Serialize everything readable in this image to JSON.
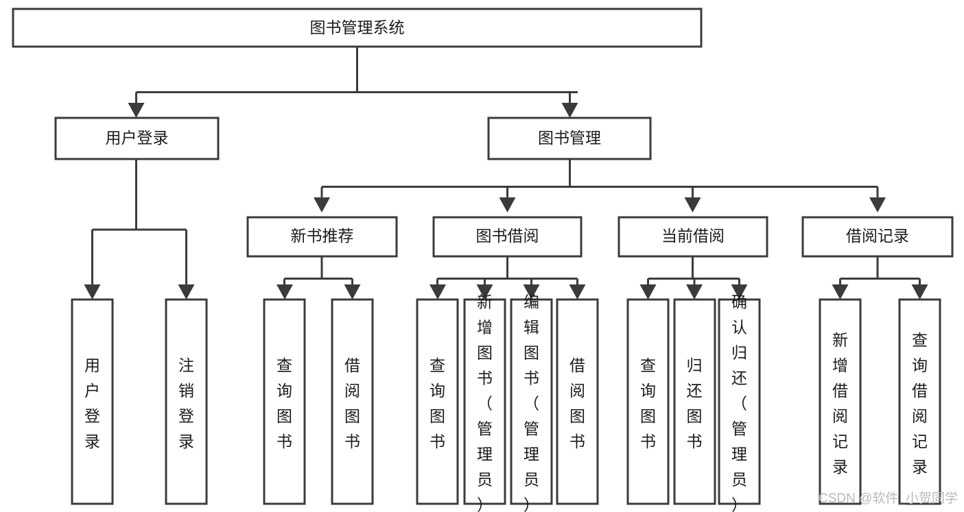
{
  "diagram": {
    "title": "图书管理系统",
    "type": "tree-hierarchy-chart",
    "watermark": "CSDN @软件_小贺同学",
    "colors": {
      "box_stroke": "#3b3b3b",
      "box_fill": "#ffffff",
      "connector": "#3b3b3b",
      "text": "#1b1b1b",
      "watermark": "#b9b9b9",
      "background": "#ffffff"
    },
    "levels": {
      "root": {
        "label": "图书管理系统"
      },
      "level2": [
        {
          "id": "user-login",
          "label": "用户登录"
        },
        {
          "id": "book-management",
          "label": "图书管理"
        }
      ],
      "level3": [
        {
          "id": "new-book-recommend",
          "label": "新书推荐",
          "parent": "book-management"
        },
        {
          "id": "book-borrow",
          "label": "图书借阅",
          "parent": "book-management"
        },
        {
          "id": "current-borrow",
          "label": "当前借阅",
          "parent": "book-management"
        },
        {
          "id": "borrow-record",
          "label": "借阅记录",
          "parent": "book-management"
        }
      ],
      "leaves": [
        {
          "id": "leaf-user-login",
          "label": "用户登录",
          "parent": "user-login"
        },
        {
          "id": "leaf-logout-login",
          "label": "注销登录",
          "parent": "user-login"
        },
        {
          "id": "leaf-query-book-1",
          "label": "查询图书",
          "parent": "new-book-recommend"
        },
        {
          "id": "leaf-borrow-book-1",
          "label": "借阅图书",
          "parent": "new-book-recommend"
        },
        {
          "id": "leaf-query-book-2",
          "label": "查询图书",
          "parent": "book-borrow"
        },
        {
          "id": "leaf-add-book",
          "label": "新增图书（管理员）",
          "parent": "book-borrow"
        },
        {
          "id": "leaf-edit-book",
          "label": "编辑图书（管理员）",
          "parent": "book-borrow"
        },
        {
          "id": "leaf-borrow-book-2",
          "label": "借阅图书",
          "parent": "book-borrow"
        },
        {
          "id": "leaf-query-book-3",
          "label": "查询图书",
          "parent": "current-borrow"
        },
        {
          "id": "leaf-return-book",
          "label": "归还图书",
          "parent": "current-borrow"
        },
        {
          "id": "leaf-confirm-return",
          "label": "确认归还（管理员）",
          "parent": "current-borrow"
        },
        {
          "id": "leaf-add-record",
          "label": "新增借阅记录",
          "parent": "borrow-record"
        },
        {
          "id": "leaf-query-record",
          "label": "查询借阅记录",
          "parent": "borrow-record"
        }
      ]
    }
  }
}
